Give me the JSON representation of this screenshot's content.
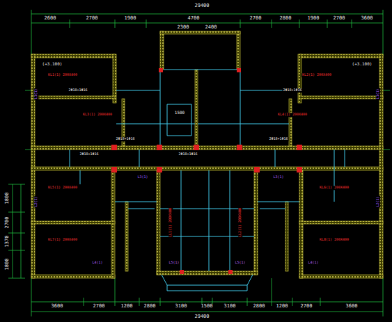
{
  "diagram": {
    "labels": [
      "29400",
      "2600",
      "2700",
      "1900",
      "4700",
      "2700",
      "2800",
      "1900",
      "2700",
      "3600",
      "2300",
      "2400",
      "3600",
      "2700",
      "1200",
      "2800",
      "3100",
      "1500",
      "3100",
      "2800",
      "1200",
      "2700",
      "3600",
      "29400",
      "1800",
      "2700",
      "1370",
      "1800",
      "(+3.100)",
      "(+3.100)",
      "1500",
      "KL1(1) 200X400",
      "KL2(1) 200X400",
      "KL3(1) 200X400",
      "KL4(1) 200X400",
      "KL5(1) 200X400",
      "KL6(1) 200X400",
      "KL7(1) 200X400",
      "KL8(1) 200X400",
      "LL1(1) 200X400",
      "LL2(1) 200X400",
      "2Φ18+1Φ16",
      "2Φ18+1Φ16",
      "2Φ18+1Φ16",
      "2Φ18+1Φ16",
      "2Φ18+1Φ16",
      "2Φ18+1Φ16",
      "L1(1)",
      "L1(1)",
      "L2(1)",
      "L2(1)",
      "L3(1)",
      "L3(1)",
      "L4(1)",
      "L4(1)",
      "L5(1)",
      "L5(1)"
    ]
  }
}
